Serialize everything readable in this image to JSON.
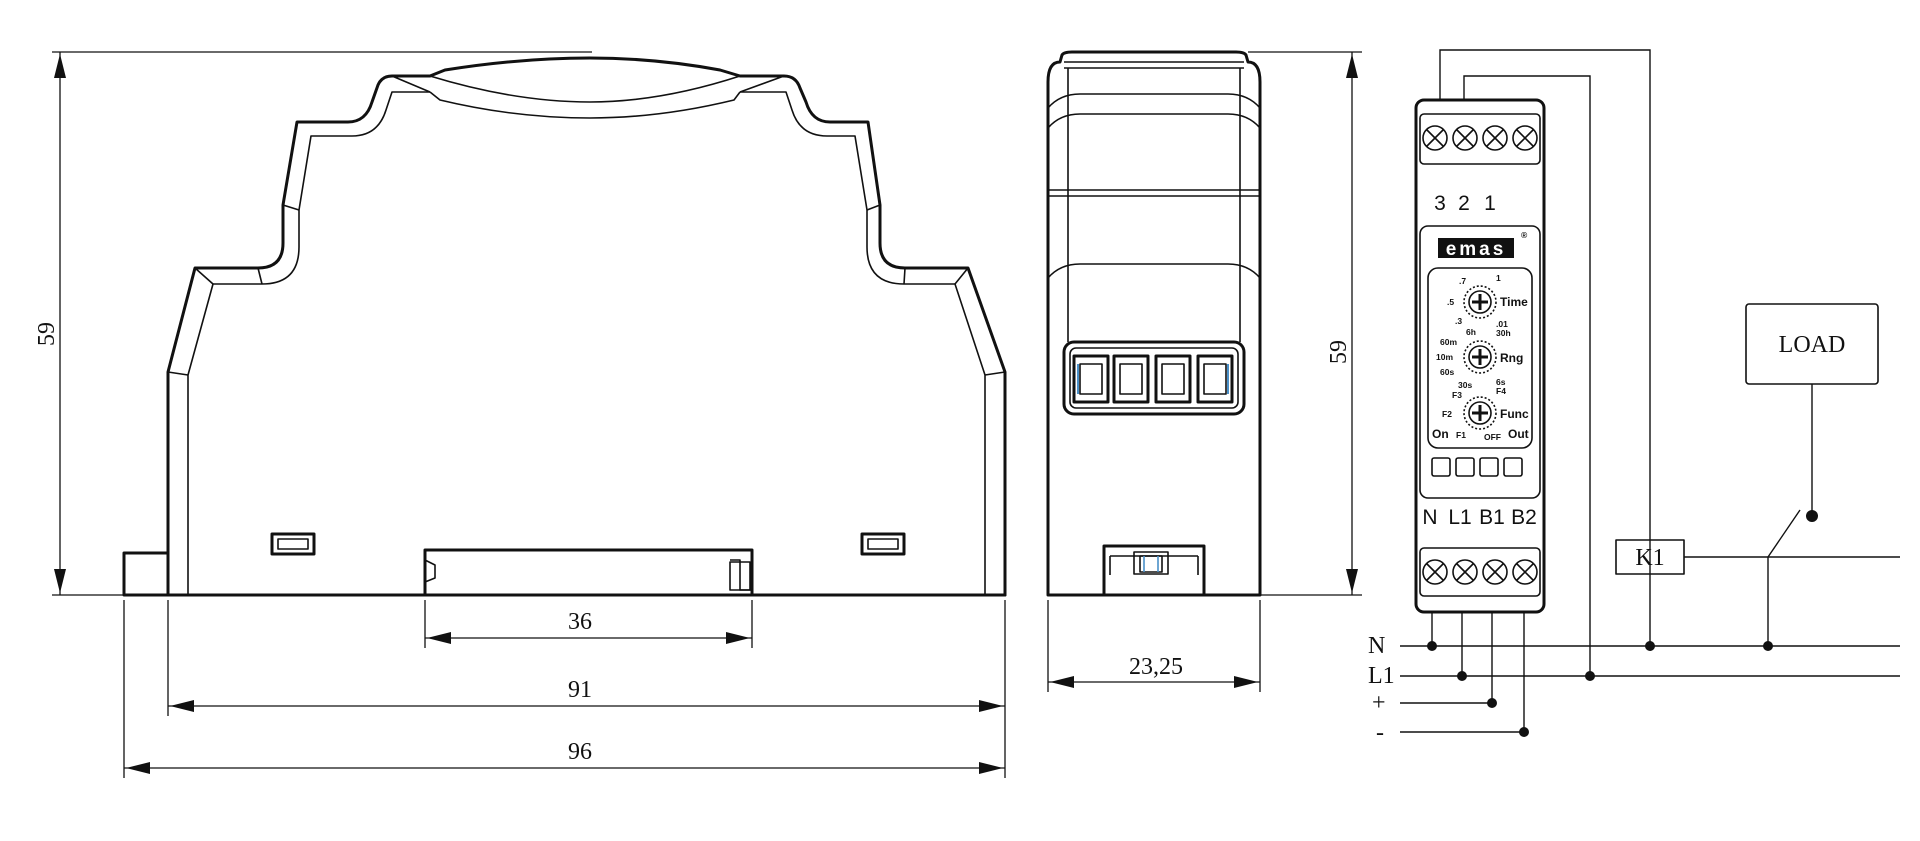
{
  "dimensions": {
    "side_height": "59",
    "rail_width": "36",
    "body_width": "91",
    "total_width": "96",
    "front_height": "59",
    "front_width": "23,25"
  },
  "device": {
    "top_terminals": [
      "3",
      "2",
      "1"
    ],
    "bottom_terminals": [
      "N",
      "L1",
      "B1",
      "B2"
    ],
    "brand": "emas",
    "registered_mark": "®",
    "dials": {
      "time": {
        "label": "Time",
        "ticks": [
          ".7",
          "1",
          ".5",
          ".3",
          ".01"
        ]
      },
      "range": {
        "label": "Rng",
        "ticks": [
          "6h",
          "30h",
          "60m",
          "10m",
          "60s",
          "30s",
          "6s"
        ]
      },
      "func": {
        "label": "Func",
        "ticks": [
          "F4",
          "F3",
          "F2",
          "F1",
          "OFF"
        ]
      },
      "on_label": "On",
      "out_label": "Out"
    }
  },
  "wiring": {
    "lines": [
      "N",
      "L1",
      "+",
      "-"
    ],
    "relay": "K1",
    "load": "LOAD"
  },
  "colors": {
    "line": "#111111",
    "accent_blue": "#4a90c8"
  }
}
